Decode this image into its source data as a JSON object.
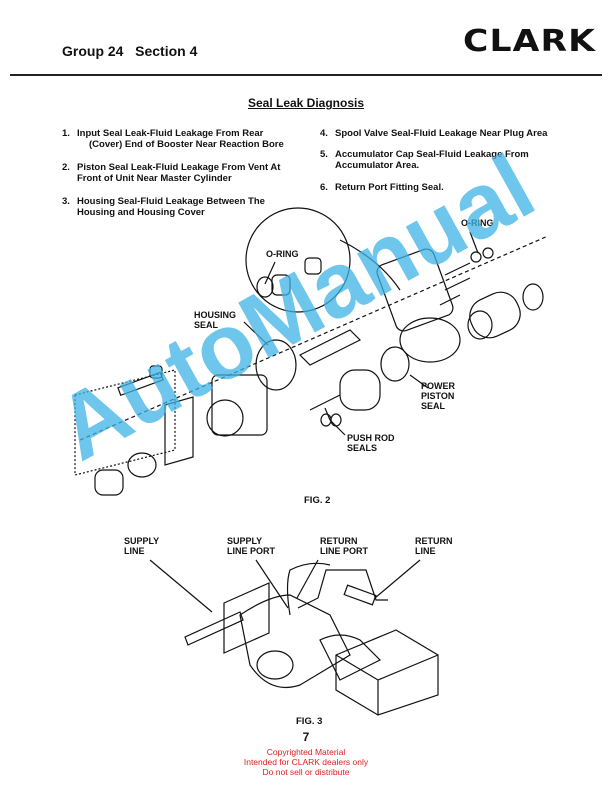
{
  "header": {
    "group_section": "Group 24   Section 4",
    "logo": "CLARK"
  },
  "title": "Seal Leak Diagnosis",
  "items_left": [
    {
      "num": "1.",
      "text": "Input Seal Leak-Fluid Leakage From Rear",
      "text2": "(Cover) End of Booster Near Reaction Bore"
    },
    {
      "num": "2.",
      "text": "Piston Seal Leak-Fluid Leakage From Vent At",
      "text2": "Front of Unit Near Master Cylinder"
    },
    {
      "num": "3.",
      "text": "Housing Seal-Fluid Leakage Between The",
      "text2": "Housing and Housing Cover"
    }
  ],
  "items_right": [
    {
      "num": "4.",
      "text": "Spool Valve Seal-Fluid Leakage Near Plug Area"
    },
    {
      "num": "5.",
      "text": "Accumulator Cap Seal-Fluid Leakage From",
      "text2": "Accumulator Area."
    },
    {
      "num": "6.",
      "text": "Return Port Fitting Seal."
    }
  ],
  "fig2": {
    "caption": "FIG. 2",
    "labels": {
      "oring_top": "O-RING",
      "oring_detail": "O-RING",
      "housing_seal_1": "HOUSING",
      "housing_seal_2": "SEAL",
      "power_1": "POWER",
      "power_2": "PISTON",
      "power_3": "SEAL",
      "push_1": "PUSH ROD",
      "push_2": "SEALS"
    }
  },
  "fig3": {
    "caption": "FIG. 3",
    "labels": {
      "supply_line_1": "SUPPLY",
      "supply_line_2": "LINE",
      "supply_port_1": "SUPPLY",
      "supply_port_2": "LINE PORT",
      "return_port_1": "RETURN",
      "return_port_2": "LINE PORT",
      "return_line_1": "RETURN",
      "return_line_2": "LINE"
    }
  },
  "page_number": "7",
  "watermark": "AutoManual",
  "copyright": [
    "Copyrighted Material",
    "Intended for CLARK dealers only",
    "Do not sell or distribute"
  ],
  "colors": {
    "watermark": "#3fb4e6",
    "copyright": "#e02020"
  }
}
